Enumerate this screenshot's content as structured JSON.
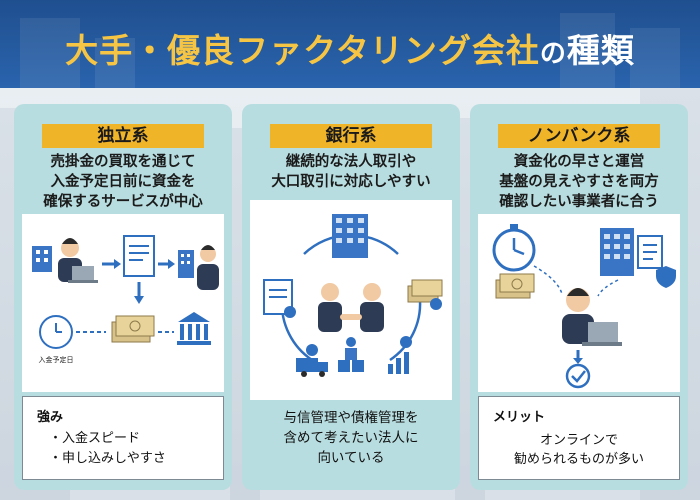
{
  "title": {
    "part1": "大手・優良ファクタリング会社",
    "part2": "の",
    "part3": "種類"
  },
  "colors": {
    "header_blue": "#2a64ad",
    "accent_yellow": "#f6c544",
    "card_teal": "#b8dde0",
    "label_gold": "#f0b429",
    "icon_blue": "#2f6fc0"
  },
  "cards": [
    {
      "title": "独立系",
      "desc": [
        "売掛金の買取を通じて",
        "入金予定日前に資金を",
        "確保するサービスが中心"
      ],
      "illus_label": "入金予定日",
      "box_heading": "強み",
      "box_items": [
        "入金スピード",
        "申し込みしやすさ"
      ]
    },
    {
      "title": "銀行系",
      "desc": [
        "継続的な法人取引や",
        "大口取引に対応しやすい"
      ],
      "text": [
        "与信管理や債権管理を",
        "含めて考えたい法人に",
        "向いている"
      ]
    },
    {
      "title": "ノンバンク系",
      "desc": [
        "資金化の早さと運営",
        "基盤の見えやすさを両方",
        "確認したい事業者に合う"
      ],
      "box_heading": "メリット",
      "box_text": [
        "オンラインで",
        "勧められるものが多い"
      ]
    }
  ]
}
